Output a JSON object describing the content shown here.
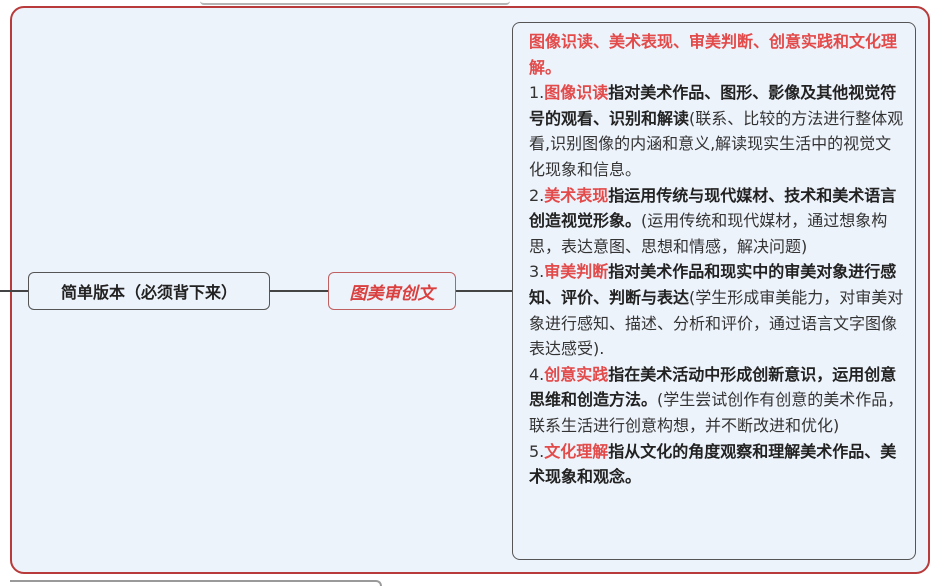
{
  "map": {
    "simple_version": "简单版本（必须背下来）",
    "abbreviation": "图美审创文",
    "summary": "图像识读、美术表现、审美判断、创意实践和文化理解。",
    "items": [
      {
        "num": "1.",
        "term": "图像识读",
        "def": "指对美术作品、图形、影像及其他视觉符号的观看、识别和解读",
        "note": "(联系、比较的方法进行整体观看,识别图像的内涵和意义,解读现实生活中的视觉文化现象和信息。"
      },
      {
        "num": "2.",
        "term": "美术表现",
        "def": "指运用传统与现代媒材、技术和美术语言创造视觉形象。",
        "note": "(运用传统和现代媒材，通过想象构思，表达意图、思想和情感，解决问题)"
      },
      {
        "num": "3.",
        "term": "审美判断",
        "def": "指对美术作品和现实中的审美对象进行感知、评价、判断与表达",
        "note": "(学生形成审美能力，对审美对象进行感知、描述、分析和评价，通过语言文字图像表达感受)."
      },
      {
        "num": "4.",
        "term": "创意实践",
        "def": "指在美术活动中形成创新意识，运用创意思维和创造方法。",
        "note": "(学生尝试创作有创意的美术作品，联系生活进行创意构想，并不断改进和优化)"
      },
      {
        "num": "5.",
        "term": "文化理解",
        "def": "指从文化的角度观察和理解美术作品、美术现象和观念。",
        "note": ""
      }
    ]
  }
}
